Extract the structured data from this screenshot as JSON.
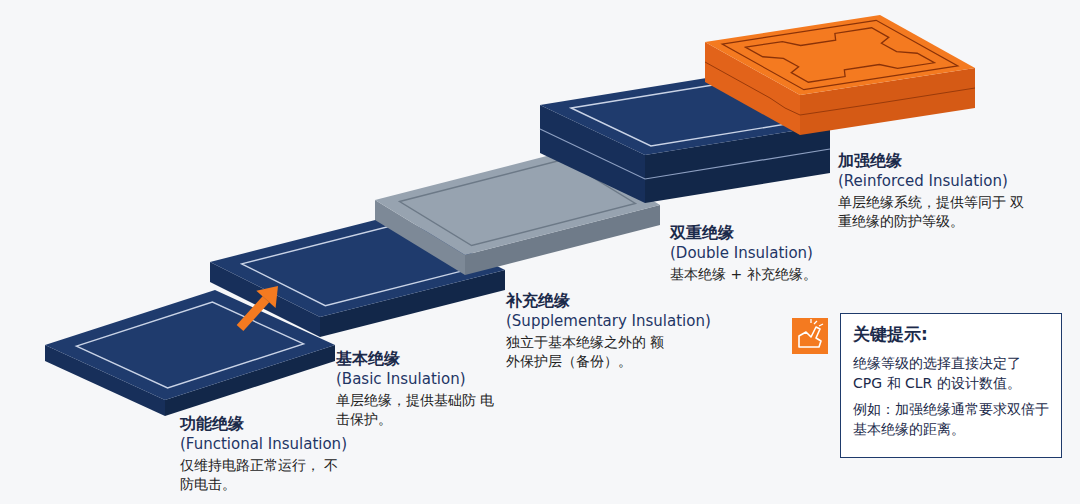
{
  "diagram": {
    "nodes": [
      {
        "text": [
          "功能绝缘",
          "(Functional Insulation)",
          "仅维持电路正常运行， 不防电击。"
        ]
      },
      {
        "text": [
          "基本绝缘",
          "(Basic Insulation)",
          "单层绝缘，提供基础防 电击保护。"
        ]
      },
      {
        "text": [
          "补充绝缘",
          "(Supplementary Insulation)",
          "独立于基本绝缘之外的 额外保护层（备份）。"
        ]
      },
      {
        "text": [
          "双重绝缘",
          "(Double Insulation)",
          "基本绝缘 + 补充绝缘。"
        ]
      },
      {
        "text": [
          "加强绝缘",
          "(Reinforced Insulation)",
          "单层绝缘系统，提供等同于 双重绝缘的防护等级。"
        ]
      },
      {
        "text": [
          "关键提示:",
          "绝缘等级的选择直接决定了 CPG 和 CLR 的设计数值。",
          "例如：加强绝缘通常要求双倍于基本绝缘的距离。"
        ]
      }
    ],
    "edges": [
      {
        "from": 0,
        "to": 1,
        "arrow": "to"
      }
    ]
  }
}
